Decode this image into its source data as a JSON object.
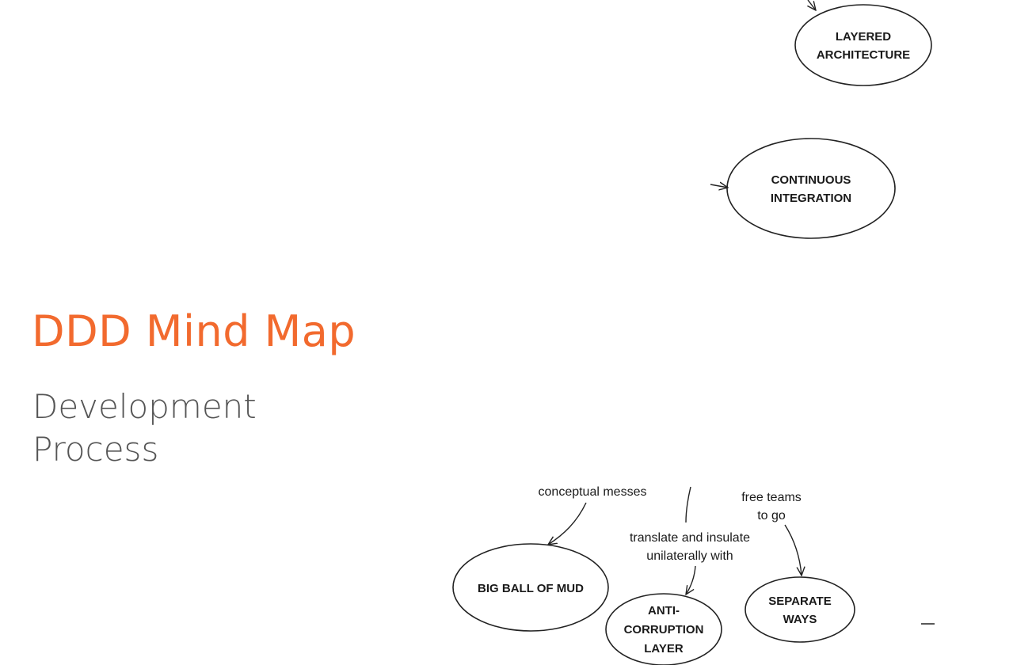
{
  "slide": {
    "title": "DDD Mind Map",
    "subtitle_line1": "Development",
    "subtitle_line2": "Process",
    "accent_color": "#f26a2e"
  },
  "nodes": {
    "layered_architecture": {
      "line1": "LAYERED",
      "line2": "ARCHITECTURE"
    },
    "continuous_integration": {
      "line1": "CONTINUOUS",
      "line2": "INTEGRATION"
    },
    "big_ball_of_mud": {
      "line1": "BIG BALL OF MUD"
    },
    "anti_corruption_layer": {
      "line1": "ANTI-",
      "line2": "CORRUPTION",
      "line3": "LAYER"
    },
    "separate_ways": {
      "line1": "SEPARATE",
      "line2": "WAYS"
    }
  },
  "edge_labels": {
    "conceptual_messes": "conceptual messes",
    "free_teams_line1": "free teams",
    "free_teams_line2": "to go",
    "translate_line1": "translate and insulate",
    "translate_line2": "unilaterally with"
  }
}
